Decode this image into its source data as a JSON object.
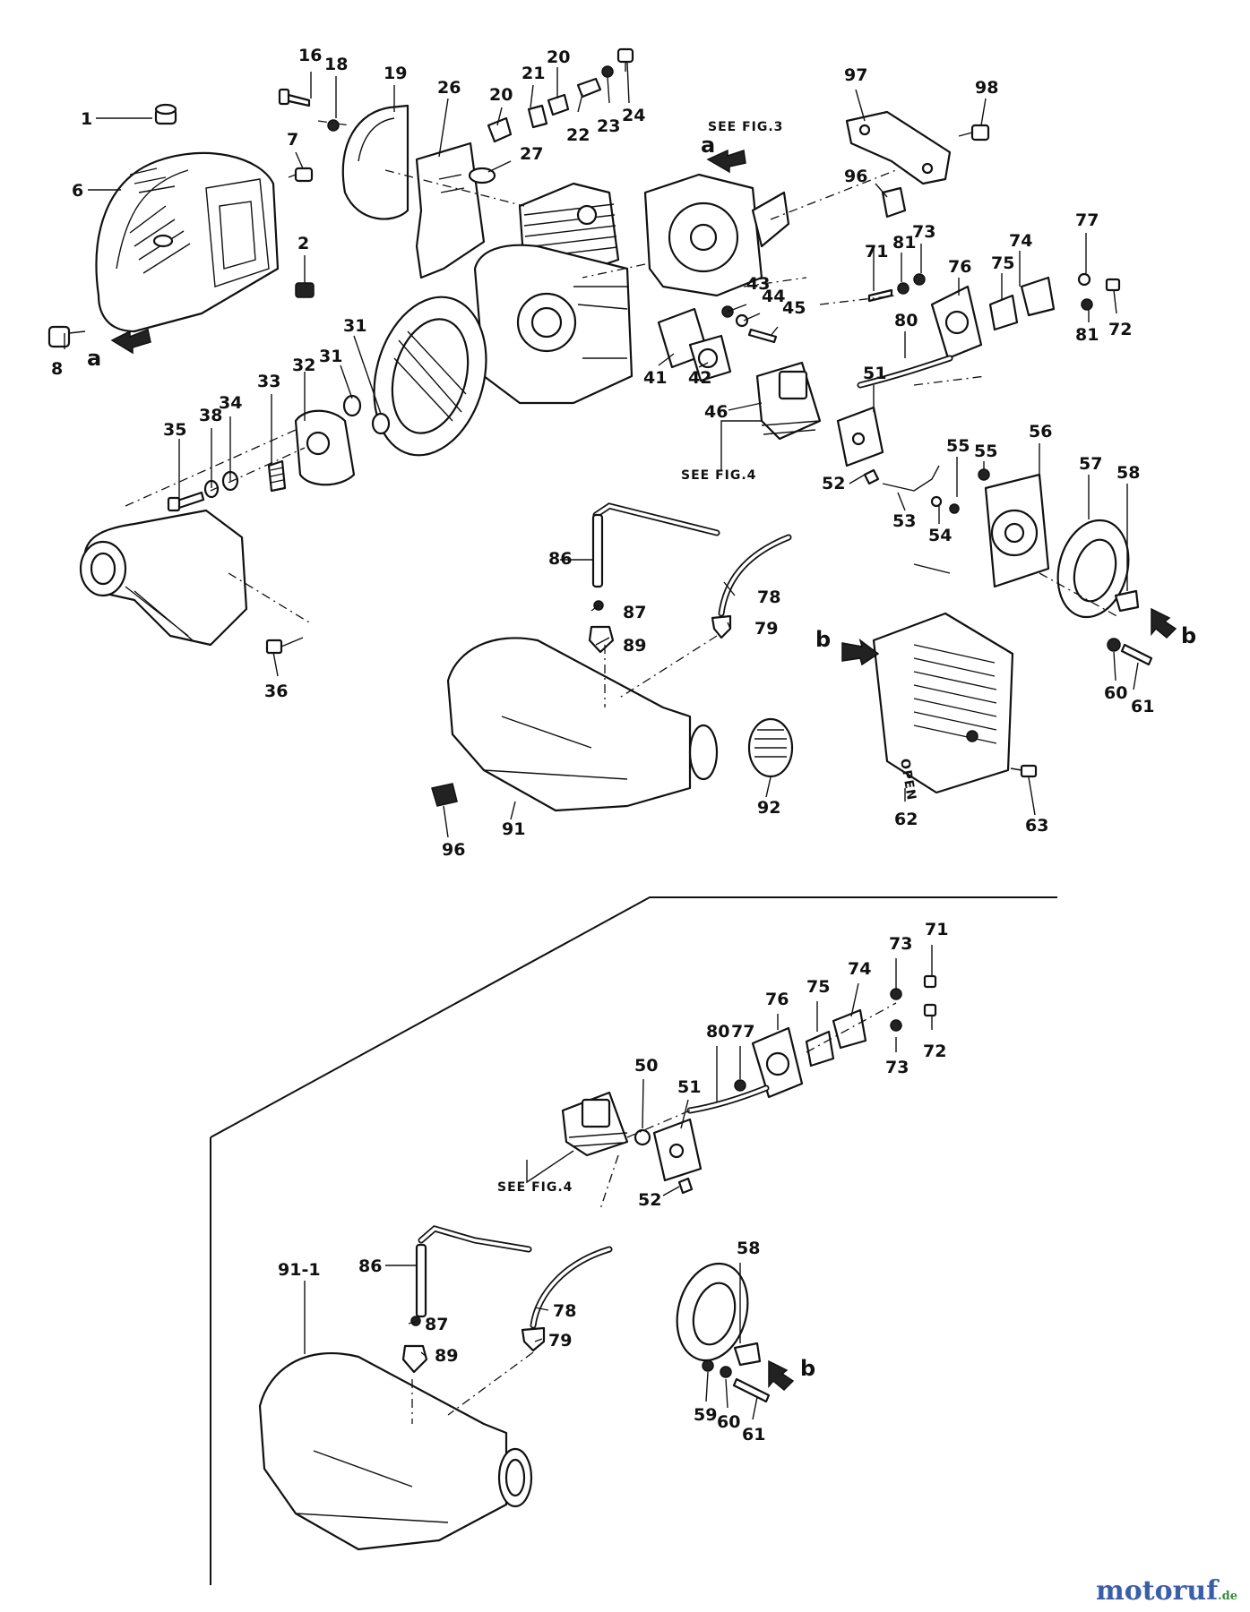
{
  "watermark": {
    "brand": "motoruf",
    "suffix": ".de"
  },
  "callouts": {
    "see_fig_3": "SEE FIG.3",
    "see_fig_4": "SEE FIG.4",
    "see_fig_4_lower": "SEE FIG.4",
    "open": "OPEN"
  },
  "arrows": {
    "a_top": "a",
    "a_left": "a",
    "b_left": "b",
    "b_right": "b",
    "b_lower": "b"
  },
  "upper_labels": [
    "1",
    "6",
    "8",
    "16",
    "18",
    "19",
    "26",
    "20",
    "21",
    "20",
    "22",
    "23",
    "24",
    "27",
    "7",
    "2",
    "97",
    "98",
    "96",
    "71",
    "81",
    "73",
    "74",
    "77",
    "76",
    "75",
    "81",
    "72",
    "80",
    "43",
    "44",
    "45",
    "41",
    "42",
    "46",
    "51",
    "55",
    "55",
    "56",
    "57",
    "58",
    "52",
    "53",
    "54",
    "35",
    "38",
    "34",
    "33",
    "32",
    "31",
    "31",
    "86",
    "87",
    "78",
    "79",
    "89",
    "36",
    "60",
    "61",
    "62",
    "63",
    "91",
    "92",
    "96"
  ],
  "lower_labels": [
    "73",
    "71",
    "74",
    "75",
    "76",
    "77",
    "80",
    "73",
    "72",
    "50",
    "51",
    "52",
    "58",
    "86",
    "78",
    "87",
    "79",
    "89",
    "91-1",
    "59",
    "60",
    "61"
  ]
}
